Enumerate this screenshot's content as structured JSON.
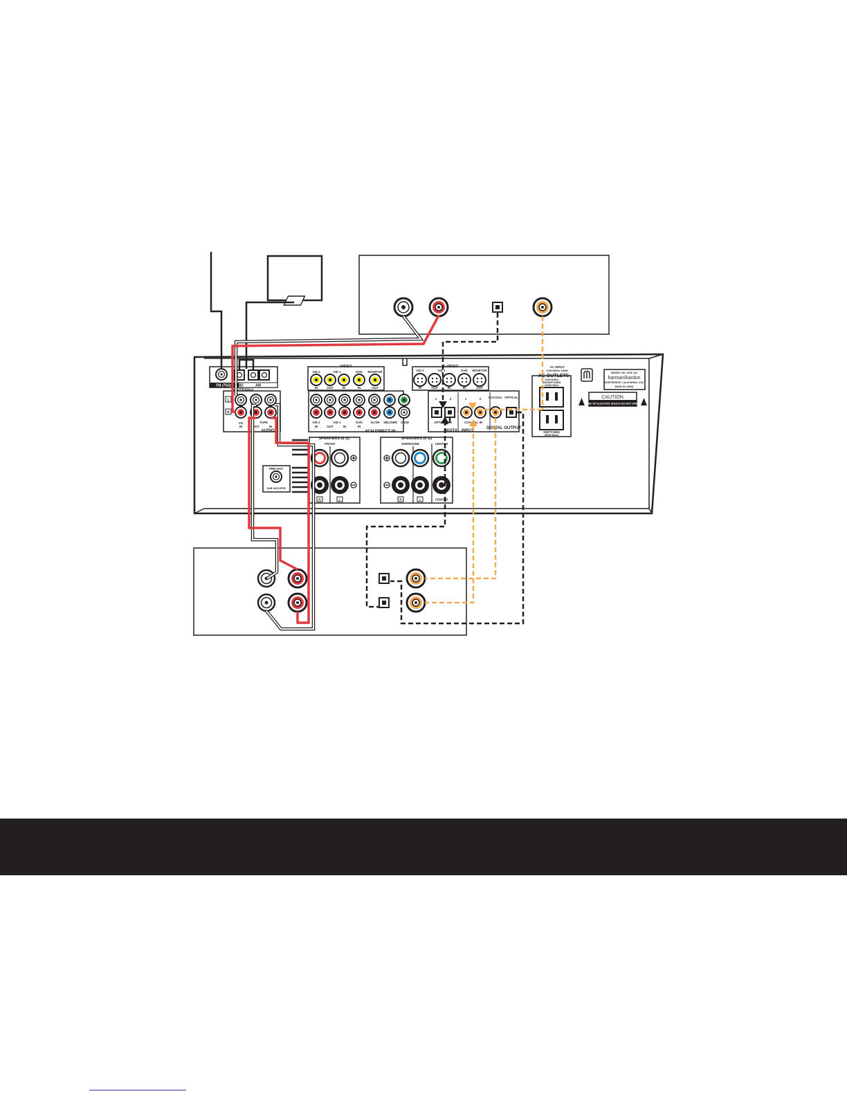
{
  "colors": {
    "ink": "#231f20",
    "red_cable": "#e03a3e",
    "orange_cable": "#f7a84a",
    "video_yellow": "#f2e600",
    "surround_blue": "#1f88c9",
    "center_green": "#2e9e4f",
    "footer_bar": "#231f20",
    "footer_link": "#2b3990"
  },
  "receiver": {
    "antenna": {
      "fm_label": "FM (75Ω)",
      "gnd_label": "GND",
      "am_label": "AM",
      "section_label": "ANTENNA"
    },
    "video": {
      "group_label": "VIDEO",
      "jack_labels": [
        "VID 2",
        "VID 1",
        "DVD",
        "MONITOR"
      ],
      "io_labels": [
        "IN",
        "OUT",
        "IN",
        "IN",
        "OUT"
      ]
    },
    "svideo": {
      "group_label": "S-VIDEO",
      "jack_labels": [
        "VID 2",
        "VID 1",
        "DVD",
        "MONITOR"
      ],
      "io_labels": [
        "IN",
        "OUT",
        "IN",
        "IN",
        "OUT"
      ]
    },
    "audio": {
      "section_label": "AUDIO",
      "cd_label": "CD",
      "cd_in": "IN",
      "tape_label": "TAPE",
      "tape_out": "OUT",
      "tape_in": "IN",
      "channel_l": "L",
      "channel_r": "R"
    },
    "direct_in": {
      "section_label": "6CH DIRECT IN",
      "jack_labels": [
        "VID 2",
        "VID 1",
        "DVD",
        "SL/SR",
        "SBL/SBR",
        "C/SW"
      ],
      "io_labels": [
        "IN",
        "OUT",
        "IN",
        "IN"
      ]
    },
    "digital_input": {
      "section_label": "DIGITAL INPUT",
      "optical_label": "OPTICAL IN",
      "coaxial_label": "COAXIAL IN",
      "port_numbers": [
        "1",
        "2",
        "1",
        "2"
      ]
    },
    "digital_output": {
      "section_label": "DIGITAL OUTPUT",
      "coaxial_label": "COAXIAL",
      "optical_label": "OPTICAL"
    },
    "speakers_front": {
      "title": "SPEAKERS (8 Ω)",
      "group_label": "FRONT",
      "r_label": "R",
      "l_label": "L"
    },
    "speakers_surround": {
      "title": "SPEAKERS (8 Ω)",
      "group_label": "SURROUND",
      "center_label": "CENTER",
      "center_bottom_label": "CENTER",
      "r_label": "R",
      "l_label": "L"
    },
    "preout": {
      "label": "PRE-OUT",
      "sub_label": "SUB WOOFER"
    },
    "ac": {
      "input_label": "AC INPUT",
      "input_spec": "120V/60Hz 150W",
      "outlets_label": "AC OUTLETS",
      "outlets_spec": "120V/60Hz",
      "unswitched_label": "UNSWITCHED",
      "unswitched_spec": "100W MAX",
      "switched_label": "SWITCHED",
      "switched_spec": "(50W MAX)"
    },
    "rating_plate": {
      "model": "MODEL NO. AVR 146",
      "brand": "harman/kardon",
      "location": "NORTHRIDGE, CALIFORNIA, USA",
      "origin": "MADE IN CHINA"
    },
    "caution": {
      "title": "CAUTION",
      "text": "RISK OF ELECTRIC SHOCK DO NOT OPEN"
    }
  }
}
